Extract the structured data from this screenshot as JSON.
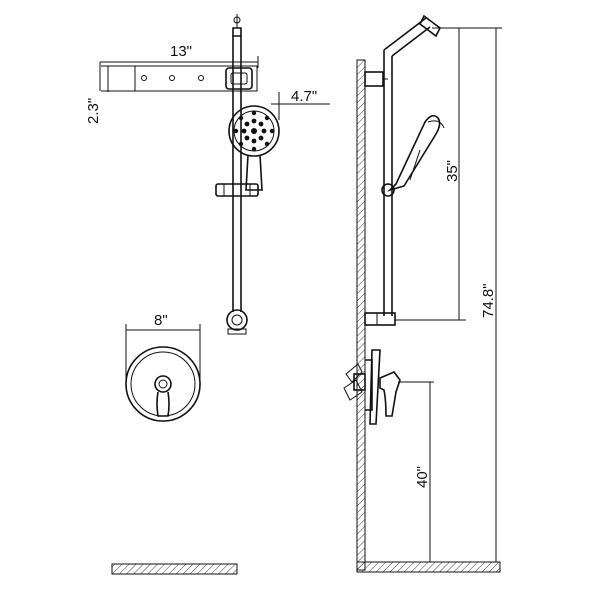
{
  "dimensions": {
    "bar_width": "13\"",
    "bar_height": "2.3\"",
    "head_diameter": "4.7\"",
    "trim_diameter": "8\"",
    "slide_length": "35\"",
    "total_height": "74.8\"",
    "valve_height": "40\""
  }
}
